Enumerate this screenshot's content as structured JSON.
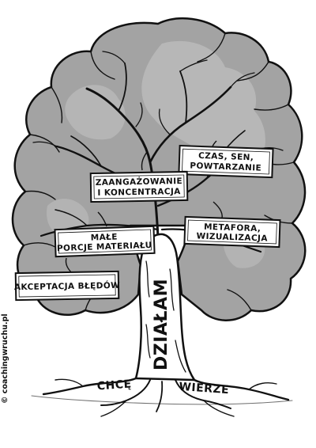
{
  "tree": {
    "trunk_label": "DZIAŁAM",
    "root_left_label": "CHCĘ",
    "root_right_label": "WIERZE",
    "signs": [
      {
        "id": "sign-sleep",
        "lines": [
          "CZAS, SEN,",
          "POWTARZANIE"
        ]
      },
      {
        "id": "sign-engagement",
        "lines": [
          "ZAANGAŻOWANIE",
          "I KONCENTRACJA"
        ]
      },
      {
        "id": "sign-metaphor",
        "lines": [
          "METAFORA,",
          "WIZUALIZACJA"
        ]
      },
      {
        "id": "sign-small-portions",
        "lines": [
          "MAŁE",
          "PORCJE MATERIAŁU"
        ]
      },
      {
        "id": "sign-mistakes",
        "lines": [
          "AKCEPTACJA BŁĘDÓW"
        ]
      }
    ]
  },
  "credit": "© coachingwruchu.pl"
}
